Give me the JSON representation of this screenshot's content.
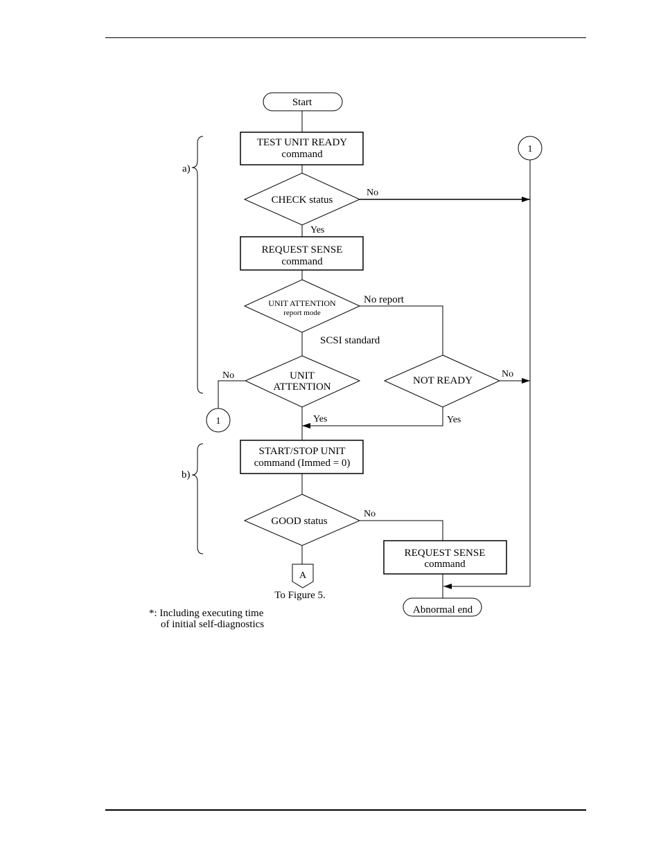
{
  "flowchart": {
    "start": "Start",
    "test_unit_ready": [
      "TEST UNIT READY",
      "command"
    ],
    "check_status": "CHECK status",
    "request_sense_1": [
      "REQUEST SENSE",
      "command"
    ],
    "unit_attention_report_mode": [
      "UNIT ATTENTION",
      "report mode"
    ],
    "scsi_standard": "SCSI standard",
    "unit_attention": [
      "UNIT",
      "ATTENTION"
    ],
    "not_ready": "NOT READY",
    "start_stop_unit": [
      "START/STOP UNIT",
      "command (Immed = 0)"
    ],
    "good_status": "GOOD status",
    "request_sense_2": [
      "REQUEST SENSE",
      "command"
    ],
    "abnormal_end": "Abnormal end",
    "connector_1": "1",
    "connector_a": "A",
    "to_figure": "To Figure 5.",
    "label_no": "No",
    "label_yes": "Yes",
    "label_no_report": "No report",
    "bracket_a": "a)",
    "bracket_b": "b)"
  },
  "footnote": [
    "*: Including executing time",
    "of initial self-diagnostics"
  ]
}
